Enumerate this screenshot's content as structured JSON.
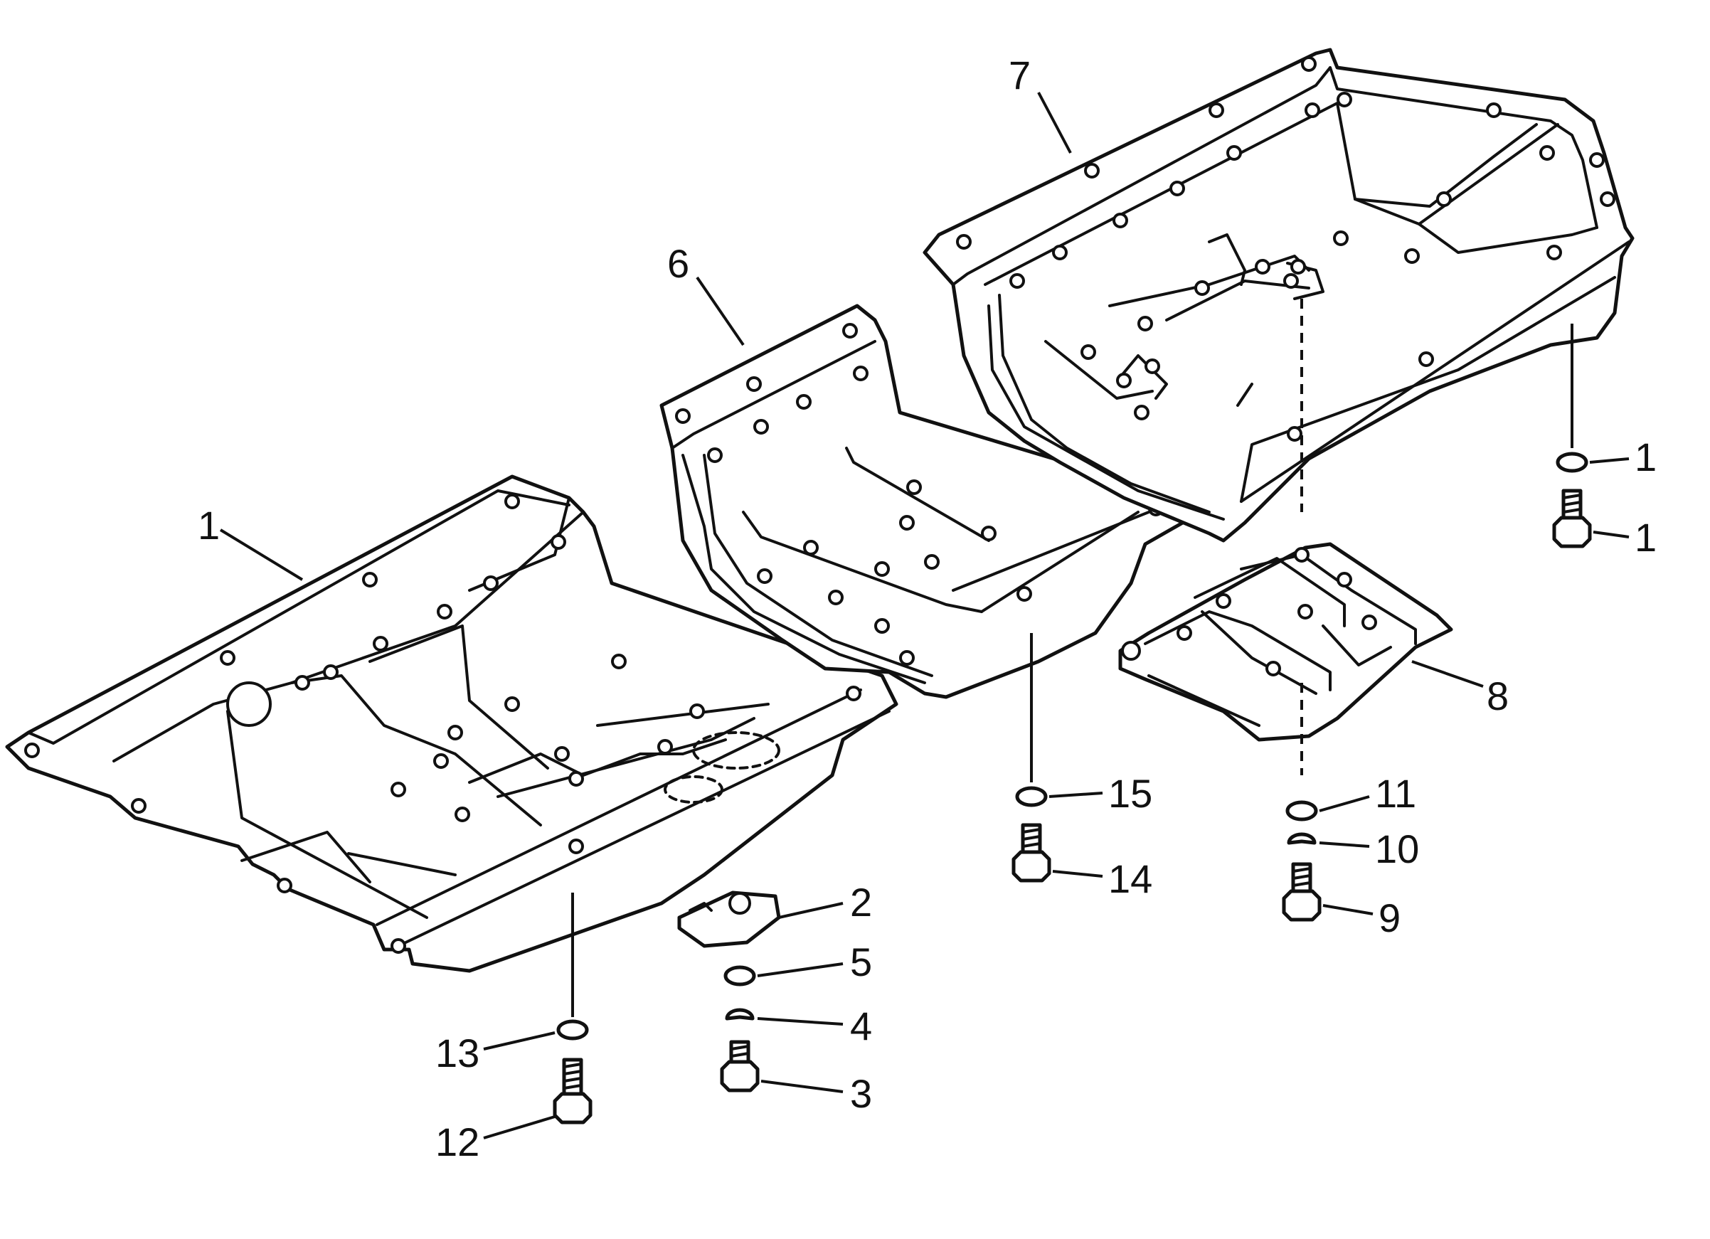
{
  "callouts": {
    "c1_main": "1",
    "c1_washer_right": "1",
    "c1_bolt_right": "1",
    "c2": "2",
    "c3": "3",
    "c4": "4",
    "c5": "5",
    "c6": "6",
    "c7": "7",
    "c8": "8",
    "c9": "9",
    "c10": "10",
    "c11": "11",
    "c12": "12",
    "c13": "13",
    "c14": "14",
    "c15": "15"
  }
}
